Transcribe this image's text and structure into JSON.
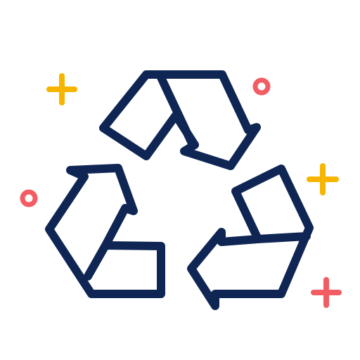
{
  "icon": {
    "name": "recycle-icon",
    "colors": {
      "outline": "#0f2554",
      "accent_yellow": "#f7b500",
      "accent_red": "#f25c63",
      "background": "#ffffff"
    }
  },
  "decorations": {
    "sparkles": [
      {
        "name": "sparkle-top-left",
        "color": "accent_yellow"
      },
      {
        "name": "sparkle-right",
        "color": "accent_yellow"
      },
      {
        "name": "sparkle-bottom-right",
        "color": "accent_red"
      }
    ],
    "dots": [
      {
        "name": "dot-top-right",
        "color": "accent_red"
      },
      {
        "name": "dot-left",
        "color": "accent_red"
      }
    ]
  }
}
